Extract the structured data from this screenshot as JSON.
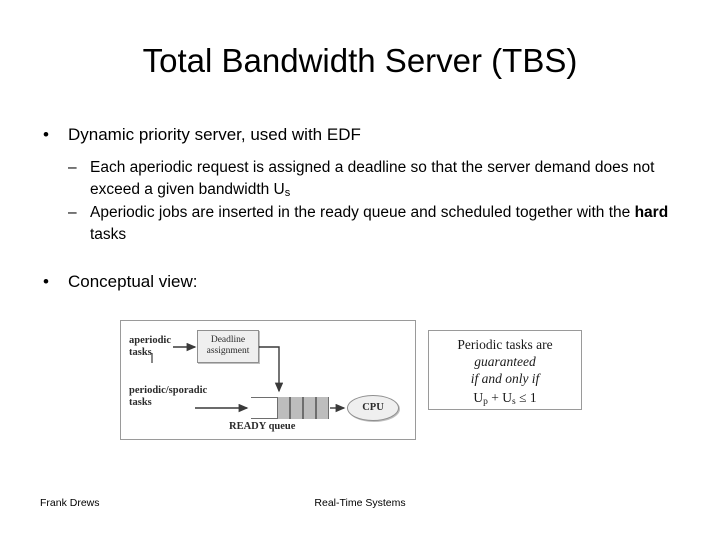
{
  "slide": {
    "title": "Total Bandwidth Server (TBS)",
    "bullets": [
      {
        "marker": "•",
        "text": "Dynamic priority server, used with EDF",
        "sub_items": [
          {
            "marker": "–",
            "text_before": "Each aperiodic request is assigned a deadline so that the server demand does not exceed a given bandwidth U",
            "subscript": "s",
            "text_after": ""
          },
          {
            "marker": "–",
            "text_before": " Aperiodic jobs are inserted in the ready queue and scheduled together with the ",
            "bold": "hard",
            "text_after": " tasks"
          }
        ]
      },
      {
        "marker": "•",
        "text": "Conceptual view:"
      }
    ]
  },
  "figure": {
    "aperiodic_label_line1": "aperiodic",
    "aperiodic_label_line2": "tasks",
    "deadline_box_line1": "Deadline",
    "deadline_box_line2": "assignment",
    "periodic_label_line1": "periodic/sporadic",
    "periodic_label_line2": "tasks",
    "queue_label": "READY queue",
    "cpu_label": "CPU",
    "note": {
      "line1": "Periodic tasks are",
      "line2": "guaranteed",
      "line3": "if and only if",
      "formula_up": "U",
      "formula_up_sub": "p",
      "formula_plus": " + ",
      "formula_us": "U",
      "formula_us_sub": "s",
      "formula_rel": " ≤ 1"
    }
  },
  "footer": {
    "left": "Frank Drews",
    "center": "Real-Time Systems"
  }
}
